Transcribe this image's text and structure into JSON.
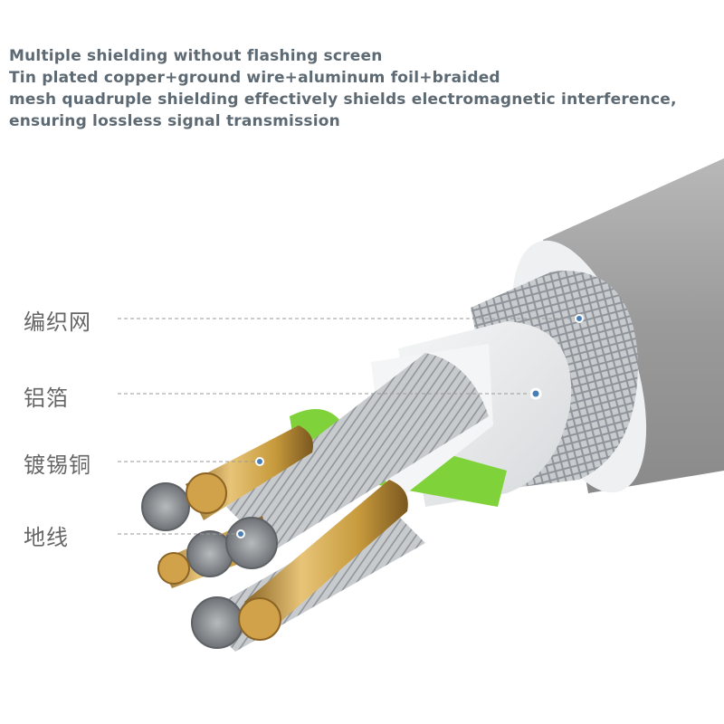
{
  "caption": {
    "lines": [
      "Multiple shielding without flashing screen",
      "Tin plated copper+ground wire+aluminum foil+braided",
      "mesh quadruple shielding effectively shields electromagnetic interference,",
      "ensuring lossless signal transmission"
    ]
  },
  "labels": {
    "braided_mesh": "编织网",
    "aluminum_foil": "铝箔",
    "tinned_copper": "镀锡铜",
    "ground_wire": "地线"
  },
  "colors": {
    "caption_text": "#5d6a73",
    "outer_jacket": "#9a9a9a",
    "braid": "#c9cccf",
    "foil": "#e9ebec",
    "copper": "#c79a3c",
    "tinned_strand": "#a9adb1",
    "filler": "#7fd23a",
    "leader_line": "#9a9a9a",
    "marker_dot": "#4a7fb5"
  }
}
